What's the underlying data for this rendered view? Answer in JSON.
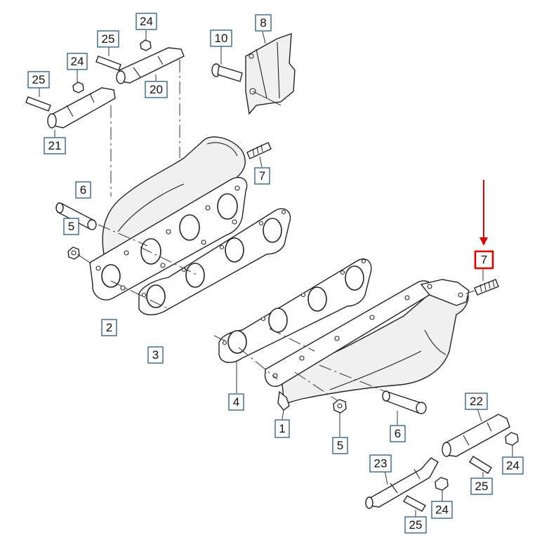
{
  "diagram": {
    "highlight_color": "#d40000",
    "callout_border_color": "#2c5a78",
    "highlighted_part": "7",
    "callouts": [
      {
        "id": "c25a",
        "label": "25"
      },
      {
        "id": "c24a",
        "label": "24"
      },
      {
        "id": "c21",
        "label": "21"
      },
      {
        "id": "c25b",
        "label": "25"
      },
      {
        "id": "c24b",
        "label": "24"
      },
      {
        "id": "c20",
        "label": "20"
      },
      {
        "id": "c10",
        "label": "10"
      },
      {
        "id": "c8",
        "label": "8"
      },
      {
        "id": "c7a",
        "label": "7"
      },
      {
        "id": "c6a",
        "label": "6"
      },
      {
        "id": "c5a",
        "label": "5"
      },
      {
        "id": "c2",
        "label": "2"
      },
      {
        "id": "c3",
        "label": "3"
      },
      {
        "id": "c7b",
        "label": "7"
      },
      {
        "id": "c4",
        "label": "4"
      },
      {
        "id": "c1",
        "label": "1"
      },
      {
        "id": "c5b",
        "label": "5"
      },
      {
        "id": "c6b",
        "label": "6"
      },
      {
        "id": "c22",
        "label": "22"
      },
      {
        "id": "c24c",
        "label": "24"
      },
      {
        "id": "c25c",
        "label": "25"
      },
      {
        "id": "c23",
        "label": "23"
      },
      {
        "id": "c24d",
        "label": "24"
      },
      {
        "id": "c25d",
        "label": "25"
      }
    ]
  }
}
